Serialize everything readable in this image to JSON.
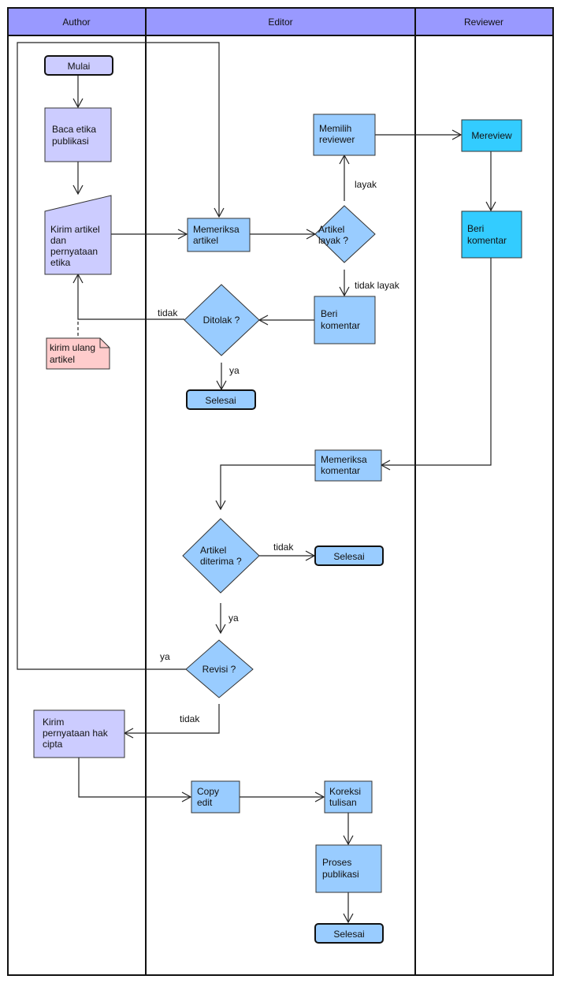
{
  "colors": {
    "lane_header": "#9999ff",
    "author_box": "#ccccff",
    "editor_box": "#99ccff",
    "reviewer_box": "#33ccff",
    "note": "#ffcccc"
  },
  "lanes": {
    "author": "Author",
    "editor": "Editor",
    "reviewer": "Reviewer"
  },
  "nodes": {
    "mulai": [
      "Mulai"
    ],
    "baca_etika": [
      "Baca etika",
      "publikasi"
    ],
    "kirim_artikel": [
      "Kirim artikel",
      "dan",
      "pernyataan",
      "etika"
    ],
    "kirim_ulang": [
      "kirim ulang",
      "artikel"
    ],
    "memeriksa_artikel": [
      "Memeriksa",
      "artikel"
    ],
    "artikel_layak": [
      "Artikel",
      "layak ?"
    ],
    "memilih_reviewer": [
      "Memilih",
      "reviewer"
    ],
    "mereview": [
      "Mereview"
    ],
    "beri_komentar_reviewer": [
      "Beri",
      "komentar"
    ],
    "beri_komentar_editor": [
      "Beri",
      "komentar"
    ],
    "ditolak": [
      "Ditolak ?"
    ],
    "selesai_1": [
      "Selesai"
    ],
    "memeriksa_komentar": [
      "Memeriksa",
      "komentar"
    ],
    "artikel_diterima": [
      "Artikel",
      "diterima ?"
    ],
    "selesai_2": [
      "Selesai"
    ],
    "revisi": [
      "Revisi ?"
    ],
    "kirim_hak_cipta": [
      "Kirim",
      "pernyataan hak",
      "cipta"
    ],
    "copy_edit": [
      "Copy",
      "edit"
    ],
    "koreksi_tulisan": [
      "Koreksi",
      "tulisan"
    ],
    "proses_publikasi": [
      "Proses",
      "publikasi"
    ],
    "selesai_3": [
      "Selesai"
    ]
  },
  "edge_labels": {
    "layak": "layak",
    "tidak_layak": "tidak layak",
    "ditolak_tidak": "tidak",
    "ditolak_ya": "ya",
    "diterima_tidak": "tidak",
    "diterima_ya": "ya",
    "revisi_ya": "ya",
    "revisi_tidak": "tidak"
  }
}
